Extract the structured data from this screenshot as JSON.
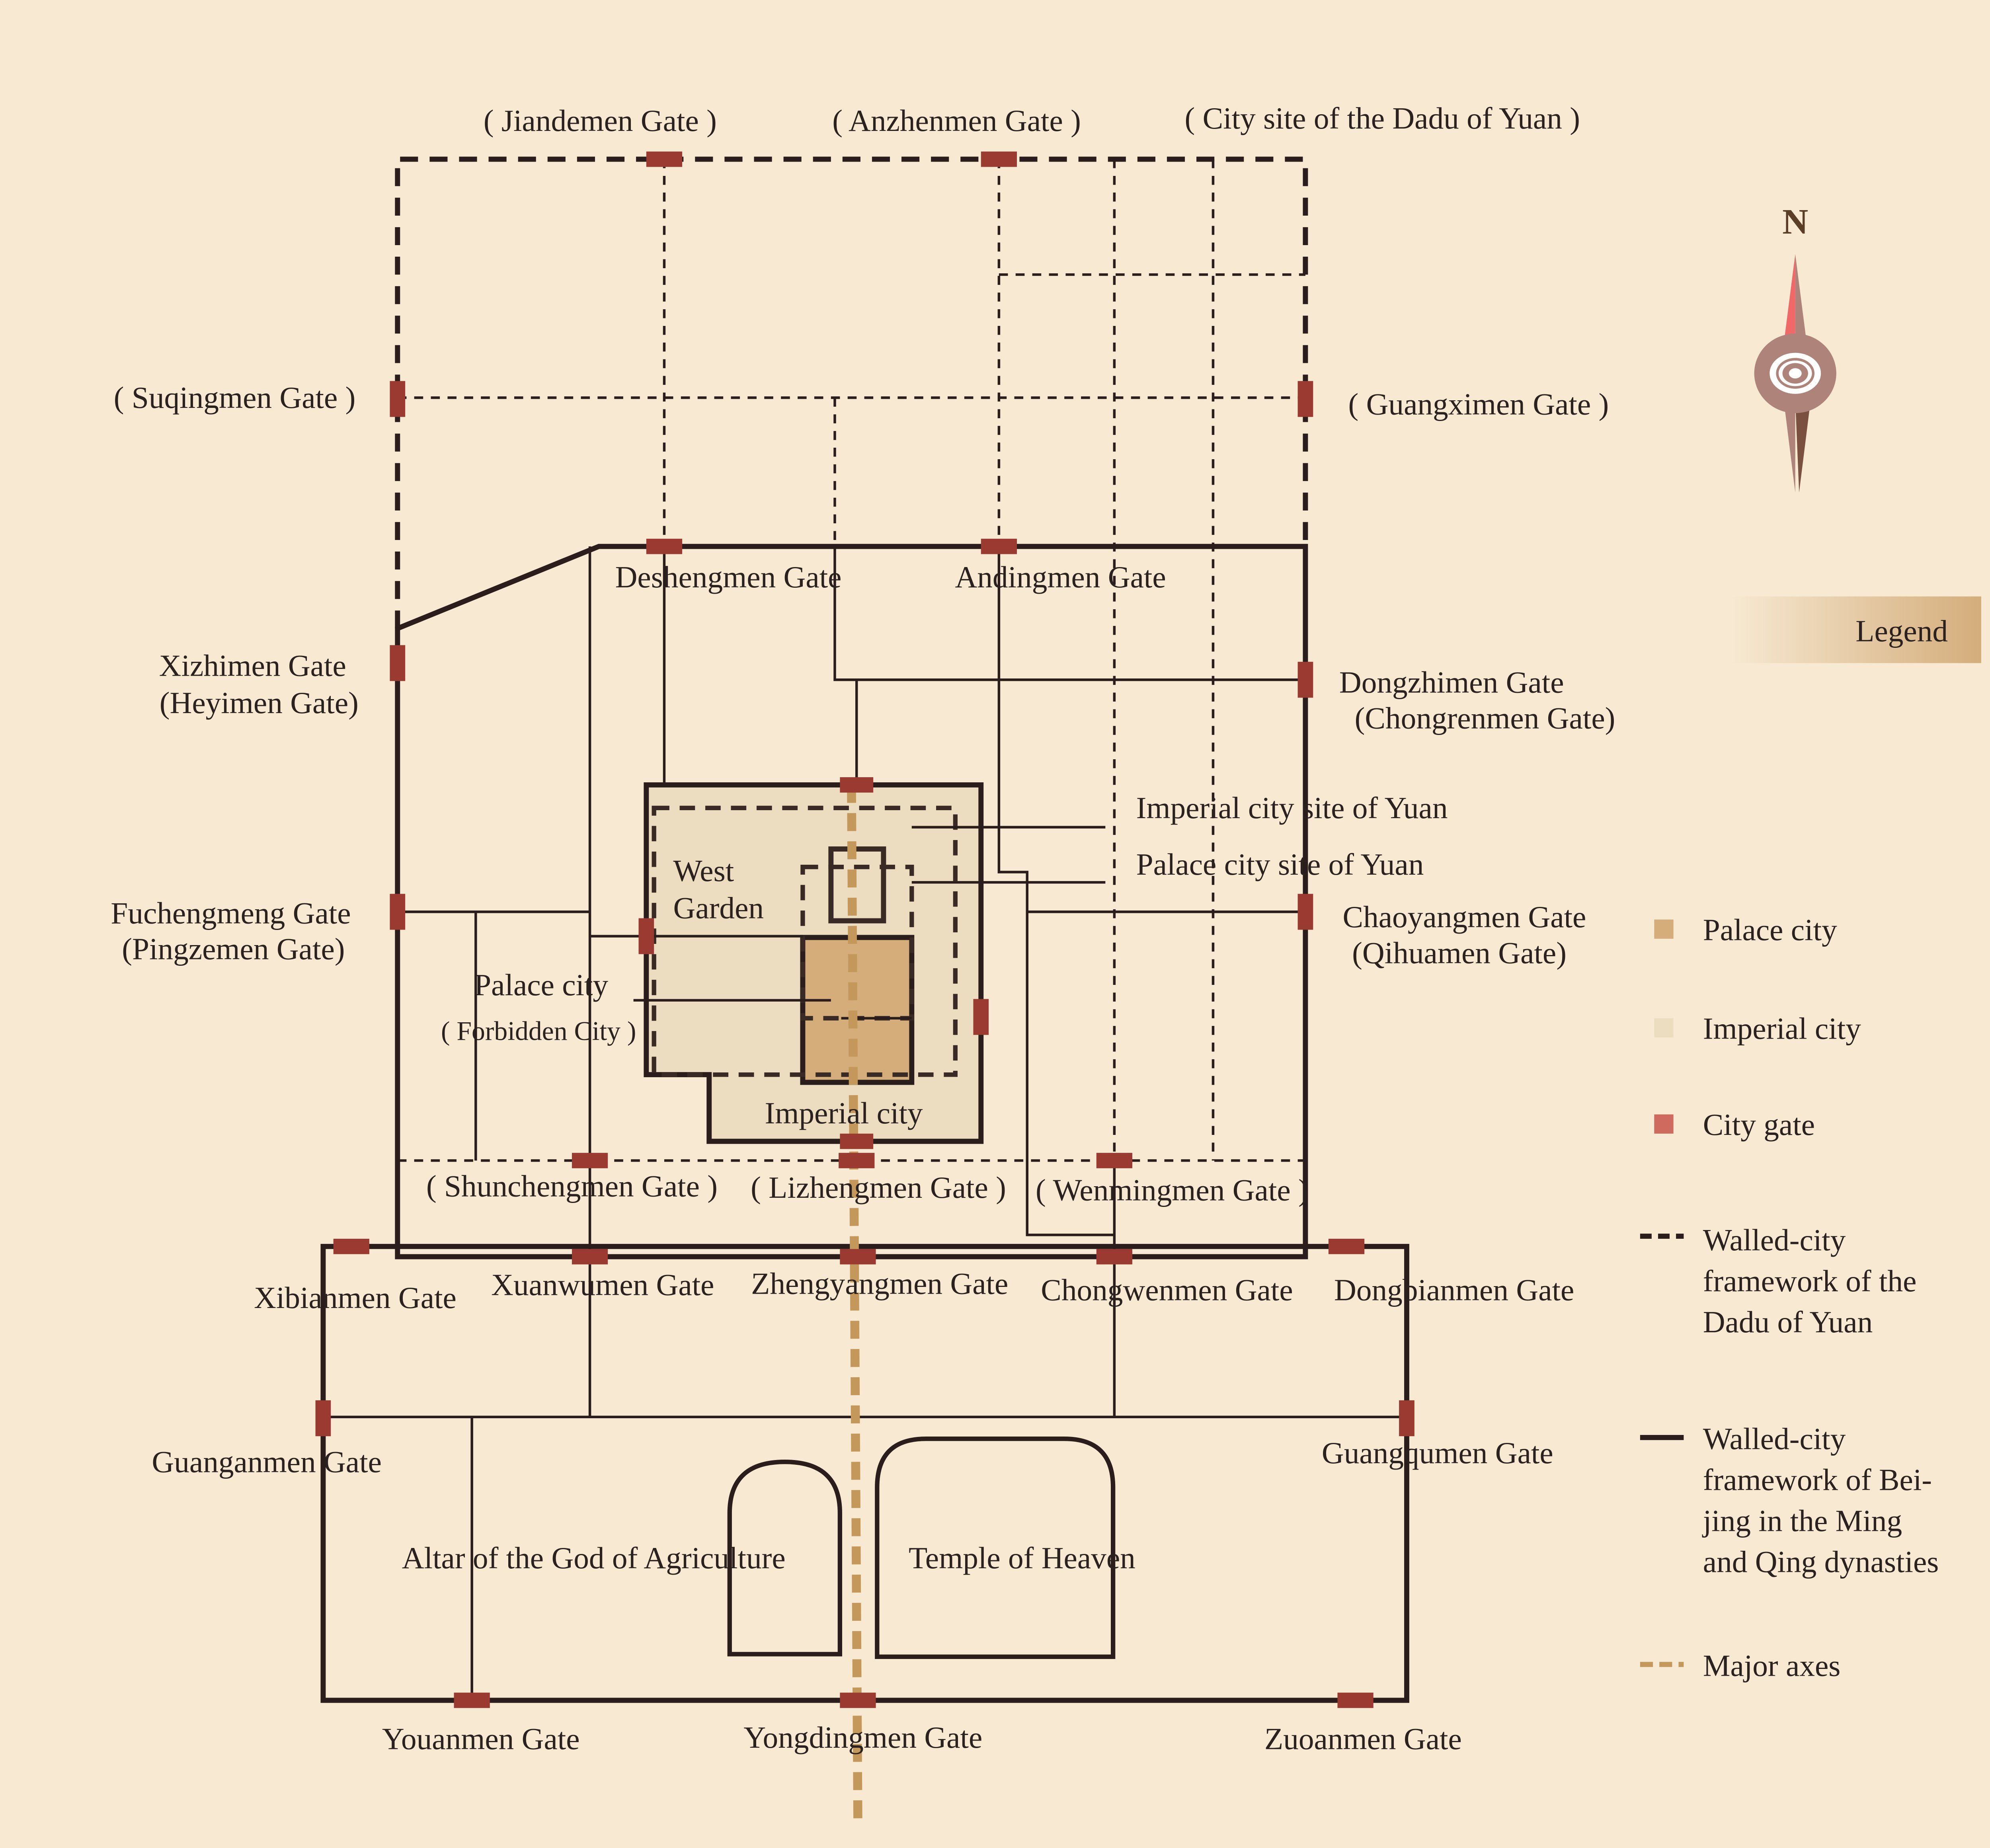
{
  "colors": {
    "background": "#f7e9d2",
    "palace_city": "#d4ad7b",
    "imperial_city": "#ecdcc0",
    "city_gate": "#9b3a30",
    "legend_gate": "#cf6a5f",
    "major_axes": "#c4975a",
    "wall": "#2a1d1b"
  },
  "compass": {
    "north_label": "N"
  },
  "yuan_labels": {
    "jiandemen": "( Jiandemen Gate  )",
    "anzhenmen": "( Anzhenmen Gate  )",
    "dadu_site": "( City site of the Dadu of Yuan  )",
    "suqingmen": "( Suqingmen Gate )",
    "guangximen": "( Guangximen Gate )",
    "shunchengmen": "( Shunchengmen Gate )",
    "lizhengmen": "( Lizhengmen Gate )",
    "wenmingmen": "( Wenmingmen Gate )"
  },
  "inner_labels": {
    "deshengmen": "Deshengmen Gate",
    "andingmen": "Andingmen Gate",
    "xizhimen": "Xizhimen Gate",
    "heyimen": "(Heyimen Gate)",
    "dongzhimen": "Dongzhimen Gate",
    "chongrenmen": "(Chongrenmen Gate)",
    "fuchengmeng": "Fuchengmeng Gate",
    "pingzemen": "(Pingzemen Gate)",
    "chaoyangmen": "Chaoyangmen Gate",
    "qihuamen": "(Qihuamen Gate)",
    "imperial_site_yuan": "Imperial city site of Yuan",
    "palace_site_yuan": "Palace city site of Yuan",
    "west": "West",
    "garden": "Garden",
    "palace_city": "Palace city",
    "forbidden_city": "( Forbidden City )",
    "imperial_city": "Imperial city"
  },
  "outer_labels": {
    "xibianmen": "Xibianmen Gate",
    "xuanwumen": "Xuanwumen Gate",
    "zhengyangmen": "Zhengyangmen Gate",
    "chongwenmen": "Chongwenmen Gate",
    "dongbianmen": "Dongbianmen Gate",
    "guanganmen": "Guanganmen Gate",
    "guangqumen": "Guangqumen Gate",
    "altar": "Altar of the God of Agriculture",
    "temple": "Temple of Heaven",
    "youanmen": "Youanmen Gate",
    "yongdingmen": "Yongdingmen Gate",
    "zuoanmen": "Zuoanmen Gate"
  },
  "legend": {
    "title": "Legend",
    "palace_city": "Palace city",
    "imperial_city": "Imperial city",
    "city_gate": "City gate",
    "yuan_wall": [
      "Walled-city",
      "framework of the",
      "Dadu of Yuan"
    ],
    "ming_wall": [
      "Walled-city",
      "framework of Bei-",
      "jing in the Ming",
      "and Qing dynasties"
    ],
    "major_axes": "Major axes"
  }
}
